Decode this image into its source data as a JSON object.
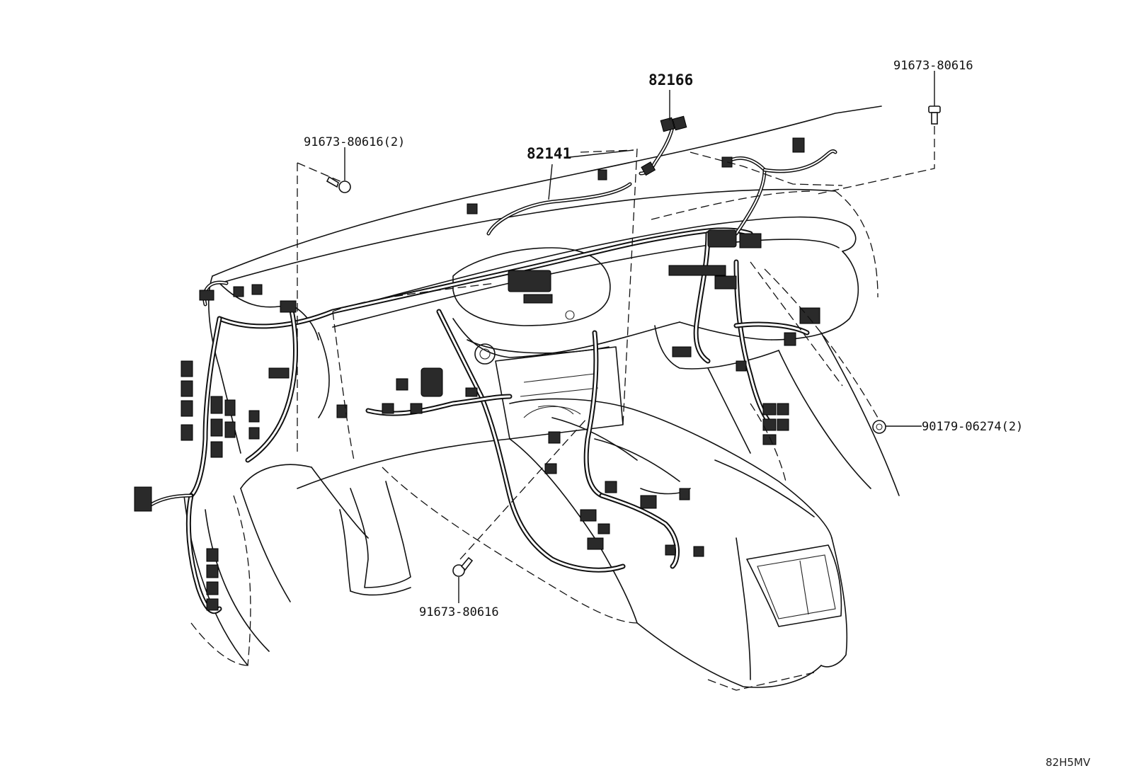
{
  "callouts": {
    "bolt_left_top": "91673-80616(2)",
    "harness_main": "82141",
    "harness_small": "82166",
    "bolt_right_top": "91673-80616",
    "clip_right": "90179-06274(2)",
    "bolt_bottom": "91673-80616"
  },
  "figure_code": "82H5MV"
}
